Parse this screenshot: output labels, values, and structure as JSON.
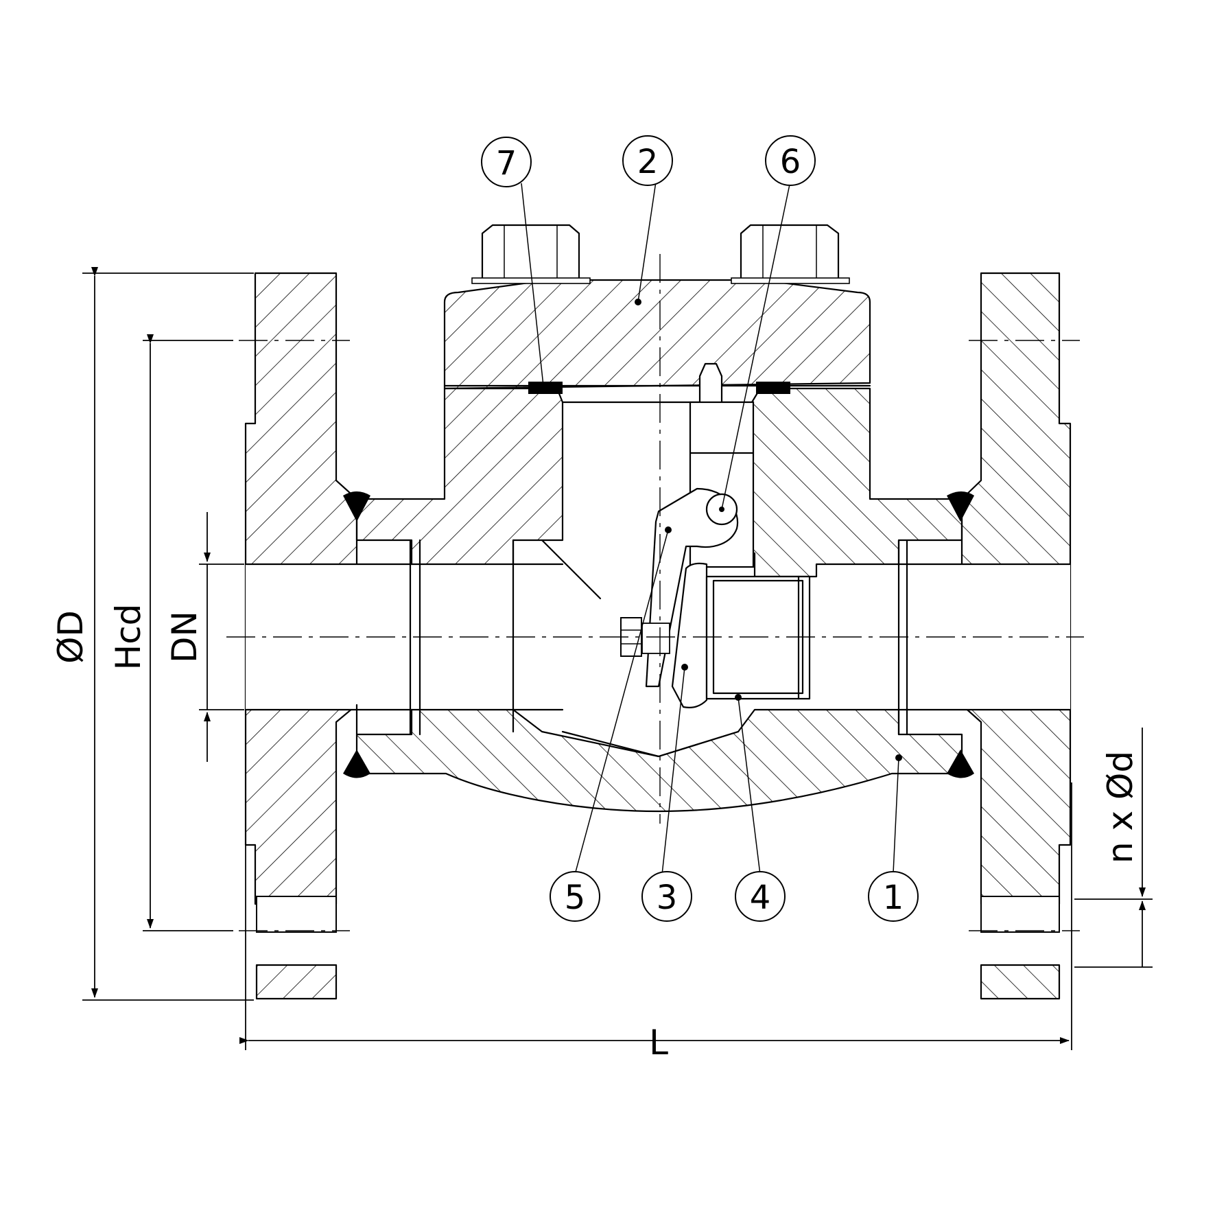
{
  "drawing": {
    "dimensions": {
      "outer_diameter": "ØD",
      "bolt_circle": "Hcd",
      "nominal_bore": "DN",
      "face_to_face": "L",
      "bolt_holes": "n x Ød"
    },
    "balloons": [
      "1",
      "2",
      "3",
      "4",
      "5",
      "6",
      "7"
    ]
  }
}
